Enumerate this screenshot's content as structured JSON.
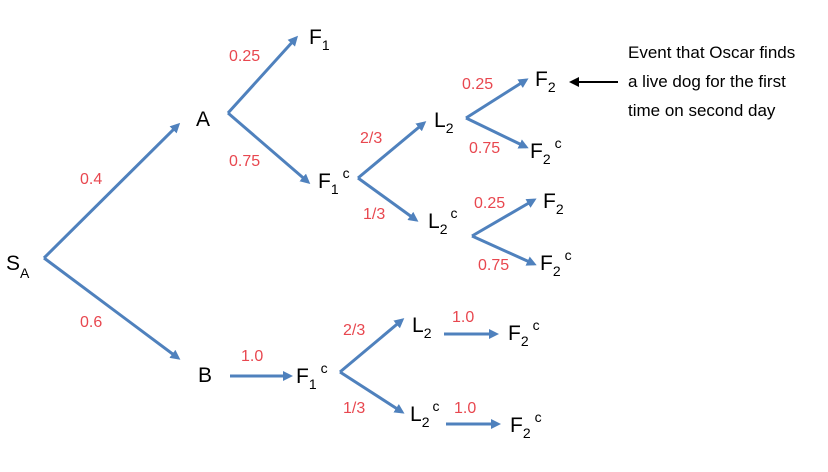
{
  "nodes": {
    "sa": {
      "base": "S",
      "sub": "A",
      "sup": ""
    },
    "a": {
      "base": "A",
      "sub": "",
      "sup": ""
    },
    "b": {
      "base": "B",
      "sub": "",
      "sup": ""
    },
    "af1": {
      "base": "F",
      "sub": "1",
      "sup": ""
    },
    "af1c": {
      "base": "F",
      "sub": "1",
      "sup": "c"
    },
    "al2": {
      "base": "L",
      "sub": "2",
      "sup": ""
    },
    "al2c": {
      "base": "L",
      "sub": "2",
      "sup": "c"
    },
    "al2f2": {
      "base": "F",
      "sub": "2",
      "sup": ""
    },
    "al2f2c": {
      "base": "F",
      "sub": "2",
      "sup": "c"
    },
    "al2cf2": {
      "base": "F",
      "sub": "2",
      "sup": ""
    },
    "al2cf2c": {
      "base": "F",
      "sub": "2",
      "sup": "c"
    },
    "bf1c": {
      "base": "F",
      "sub": "1",
      "sup": "c"
    },
    "bl2": {
      "base": "L",
      "sub": "2",
      "sup": ""
    },
    "bl2c": {
      "base": "L",
      "sub": "2",
      "sup": "c"
    },
    "bl2f2c": {
      "base": "F",
      "sub": "2",
      "sup": "c"
    },
    "bl2cf2c": {
      "base": "F",
      "sub": "2",
      "sup": "c"
    }
  },
  "probabilities": {
    "sa_a": "0.4",
    "sa_b": "0.6",
    "a_f1": "0.25",
    "a_f1c": "0.75",
    "f1c_l2": "2/3",
    "f1c_l2c": "1/3",
    "l2_f2": "0.25",
    "l2_f2c": "0.75",
    "l2c_f2": "0.25",
    "l2c_f2c": "0.75",
    "b_f1c": "1.0",
    "bf1c_l2": "2/3",
    "bf1c_l2c": "1/3",
    "bl2_f2c": "1.0",
    "bl2c_f2c": "1.0"
  },
  "annotation": {
    "lines": [
      "Event that Oscar finds",
      "a live dog for the first",
      "time on second day"
    ]
  },
  "colors": {
    "edge": "#4f81bd",
    "probability": "#e8474f",
    "text": "#000000"
  }
}
